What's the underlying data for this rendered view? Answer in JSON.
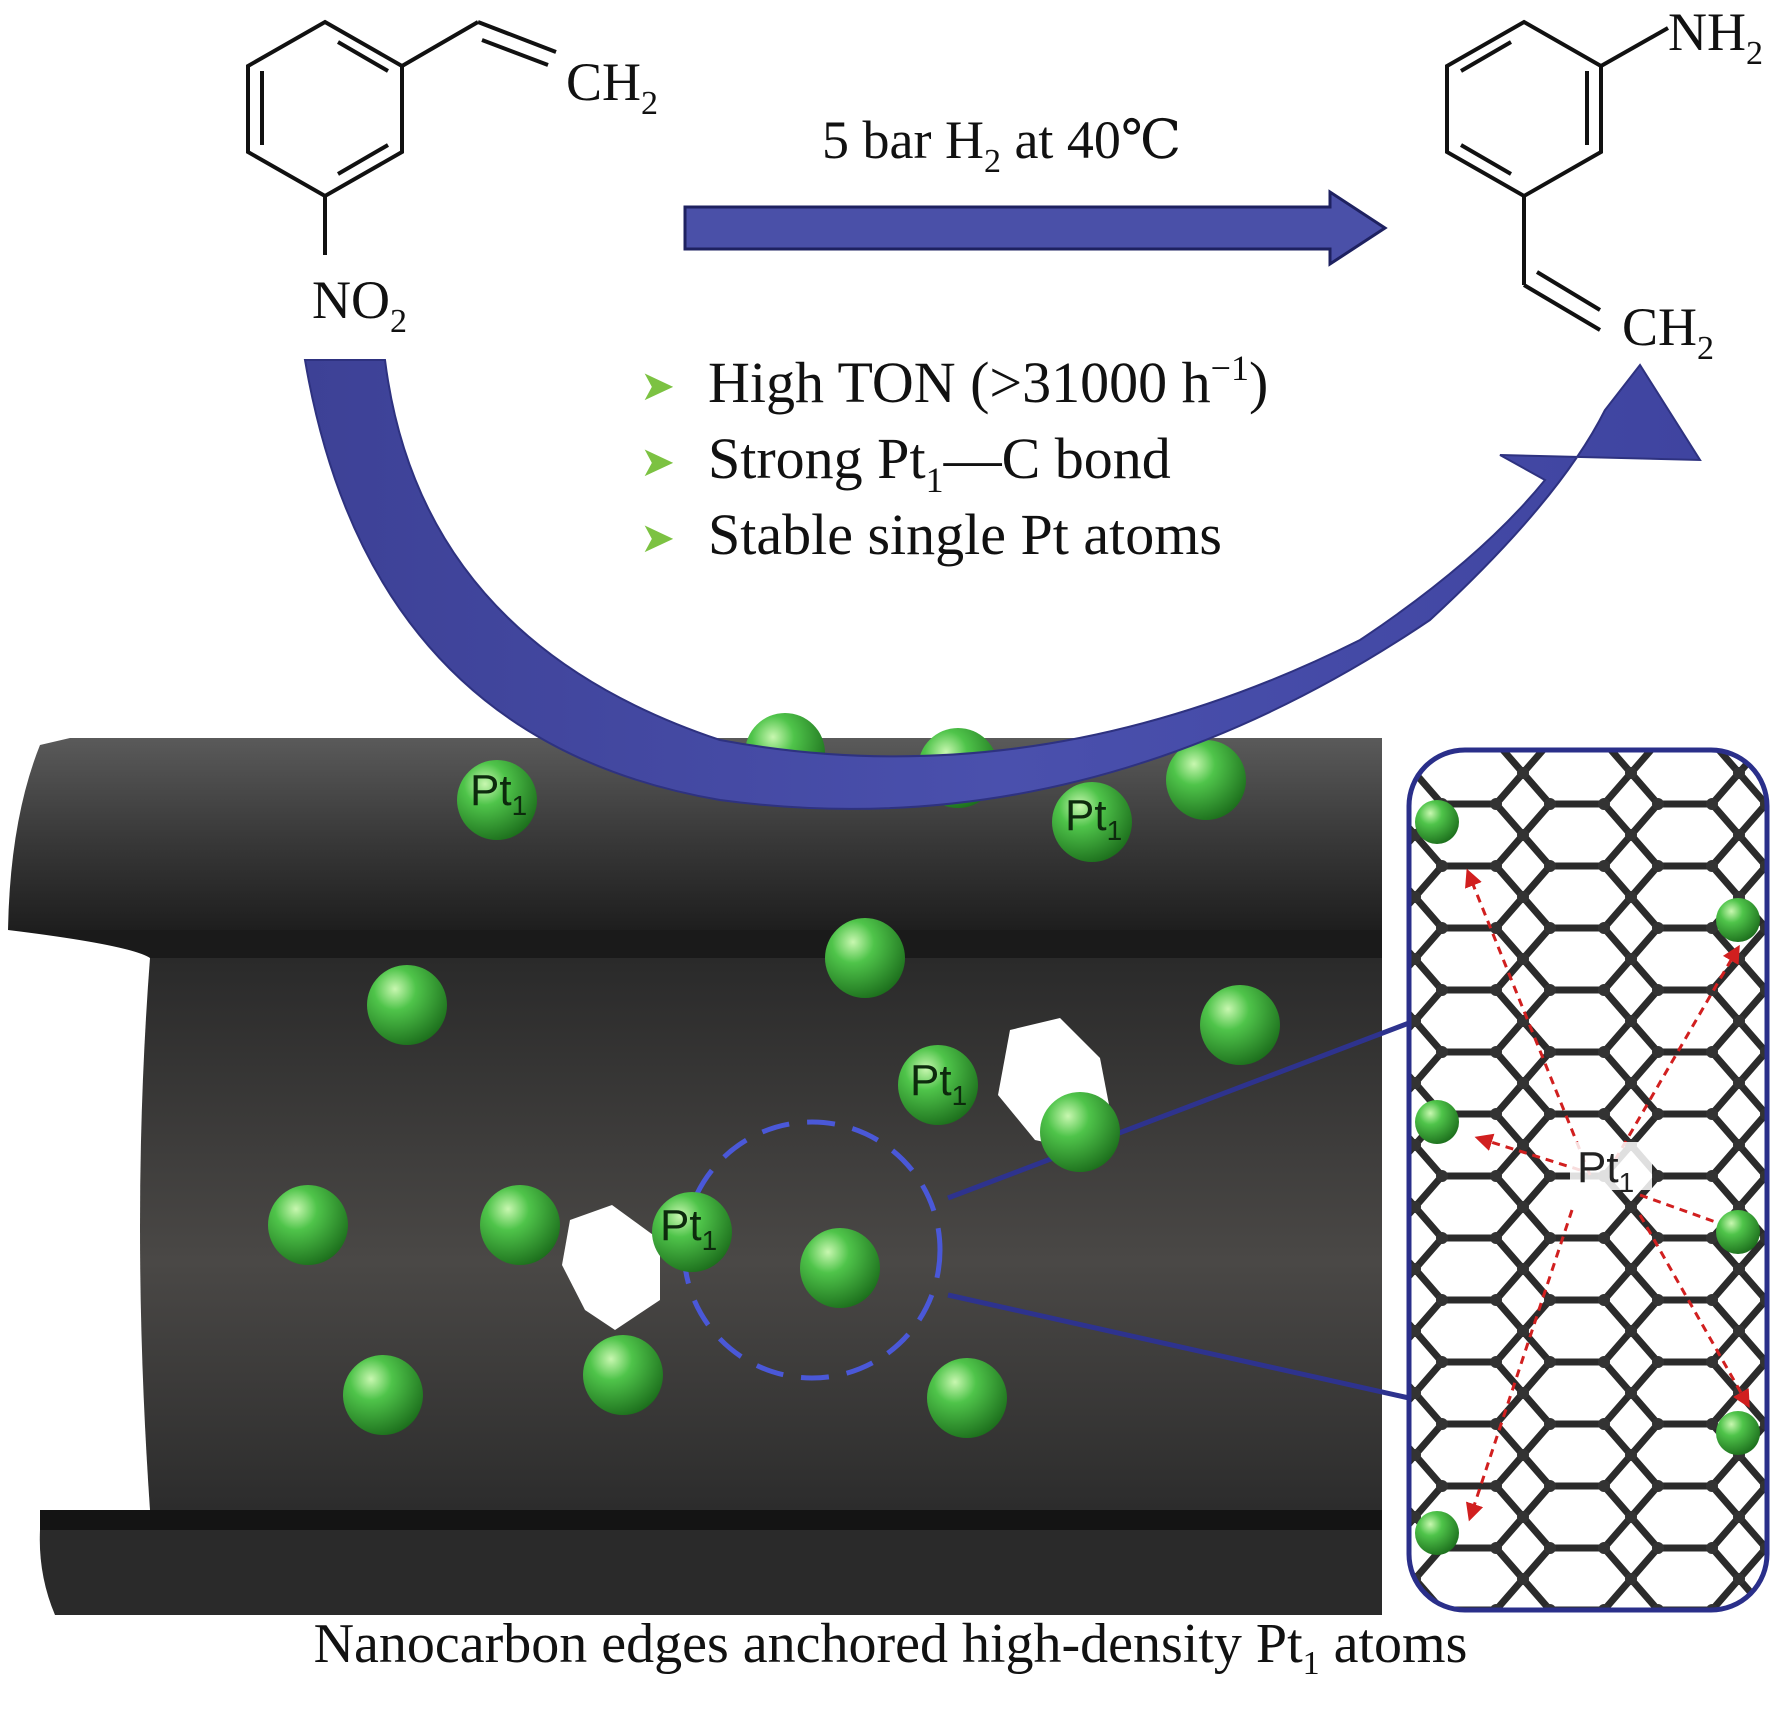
{
  "reaction": {
    "condition_prefix": "5 bar H",
    "condition_sub": "2",
    "condition_suffix": " at 40℃",
    "reactant_top": "CH",
    "reactant_top_sub": "2",
    "reactant_bottom": "NO",
    "reactant_bottom_sub": "2",
    "product_top": "NH",
    "product_top_sub": "2",
    "product_bottom": "CH",
    "product_bottom_sub": "2"
  },
  "features": {
    "bullet_glyph": "➤",
    "line1_prefix": "High TON (>31000 h",
    "line1_sup": "−1",
    "line1_suffix": ")",
    "line2_prefix": "Strong Pt",
    "line2_sub": "1",
    "line2_suffix": "—C bond",
    "line3": "Stable single Pt atoms"
  },
  "labels": {
    "pt": "Pt",
    "pt_sub": "1"
  },
  "caption": {
    "text_prefix": "Nanocarbon edges anchored high-density Pt",
    "text_sub": "1",
    "text_suffix": " atoms"
  },
  "colors": {
    "arrow": "#4a4fa8",
    "arrow_dark": "#2e3280",
    "tube": "#2e2e2e",
    "atom": "#3fae3f",
    "atom_highlight": "#b7f0a0",
    "bullet": "#7cc242",
    "inset_border": "#2a2f8a",
    "red_arrow": "#d11f1f"
  }
}
